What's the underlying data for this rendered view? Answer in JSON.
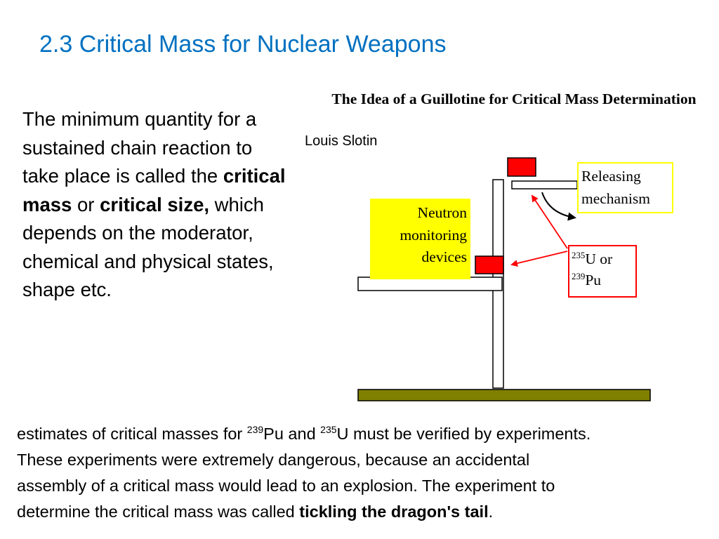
{
  "title": "2.3 Critical Mass for Nuclear Weapons",
  "intro": {
    "text_1": "The minimum quantity for a sustained chain reaction to take place is called the ",
    "bold_1": "critical mass",
    "text_2": " or ",
    "bold_2": "critical size,",
    "text_3": " which depends on the moderator, chemical and physical states, shape etc."
  },
  "diagram": {
    "title": "The Idea of a Guillotine for Critical Mass Determination",
    "scientist": "Louis Slotin",
    "neutron_label": [
      "Neutron",
      "monitoring",
      "devices"
    ],
    "releasing_label": [
      "Releasing",
      "mechanism"
    ],
    "material_label": {
      "iso_1": "235",
      "elem_1": "U or",
      "iso_2": "239",
      "elem_2": "Pu"
    },
    "colors": {
      "fissile_block": "#ff0000",
      "base": "#808000",
      "neutron_box": "#ffff00",
      "releasing_border": "#ffff00",
      "material_border": "#ff0000",
      "arrow": "#ff0000"
    }
  },
  "bottom": {
    "line1_a": "estimates of critical masses for ",
    "line1_sup1": "239",
    "line1_b": "Pu and ",
    "line1_sup2": "235",
    "line1_c": "U must be verified by experiments.",
    "line2": "These experiments were extremely dangerous, because an accidental",
    "line3": "assembly of a critical mass would lead to an explosion. The experiment to",
    "line4_a": "determine the critical mass was called ",
    "line4_bold": "tickling the dragon's tail",
    "line4_end": "."
  }
}
